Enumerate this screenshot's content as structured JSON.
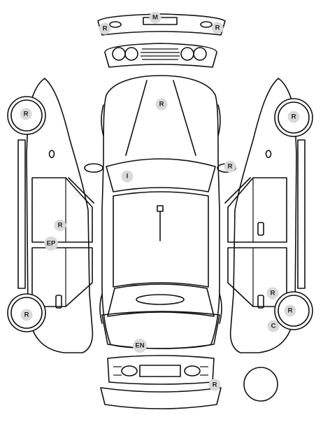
{
  "colors": {
    "line": "#111111",
    "badge": "#d9d9d9",
    "label": "#222222",
    "background": "#ffffff"
  },
  "markers": [
    {
      "id": "front-bumper-center",
      "label": "M"
    },
    {
      "id": "front-bumper-left",
      "label": "R"
    },
    {
      "id": "front-bumper-right",
      "label": "R"
    },
    {
      "id": "hood",
      "label": "R"
    },
    {
      "id": "right-mirror",
      "label": "R"
    },
    {
      "id": "windshield",
      "label": "I"
    },
    {
      "id": "left-front-wheel",
      "label": "R"
    },
    {
      "id": "right-front-wheel",
      "label": "R"
    },
    {
      "id": "left-rear-wheel",
      "label": "R"
    },
    {
      "id": "right-rear-wheel",
      "label": "R"
    },
    {
      "id": "left-door",
      "label": "R"
    },
    {
      "id": "left-rocker",
      "label": "EP"
    },
    {
      "id": "right-rear-panel",
      "label": "R"
    },
    {
      "id": "right-rear-quarter",
      "label": "C"
    },
    {
      "id": "trunk",
      "label": "EN"
    },
    {
      "id": "rear-bumper",
      "label": "R"
    }
  ]
}
